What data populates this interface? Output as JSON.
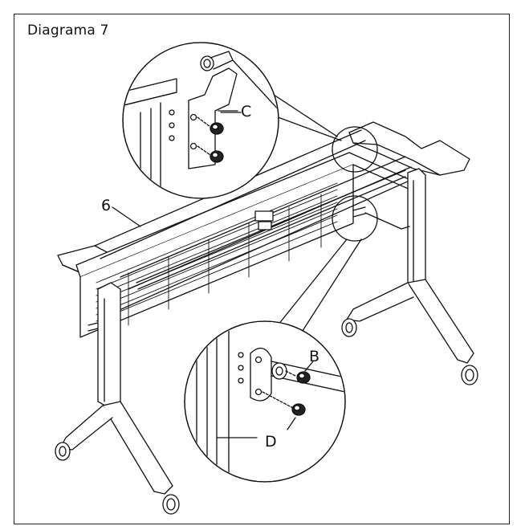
{
  "title": "Diagrama 7",
  "labels": {
    "part_6": "6",
    "part_c": "C",
    "part_b": "B",
    "part_d": "D"
  },
  "colors": {
    "line": "#111111",
    "background": "#ffffff"
  }
}
